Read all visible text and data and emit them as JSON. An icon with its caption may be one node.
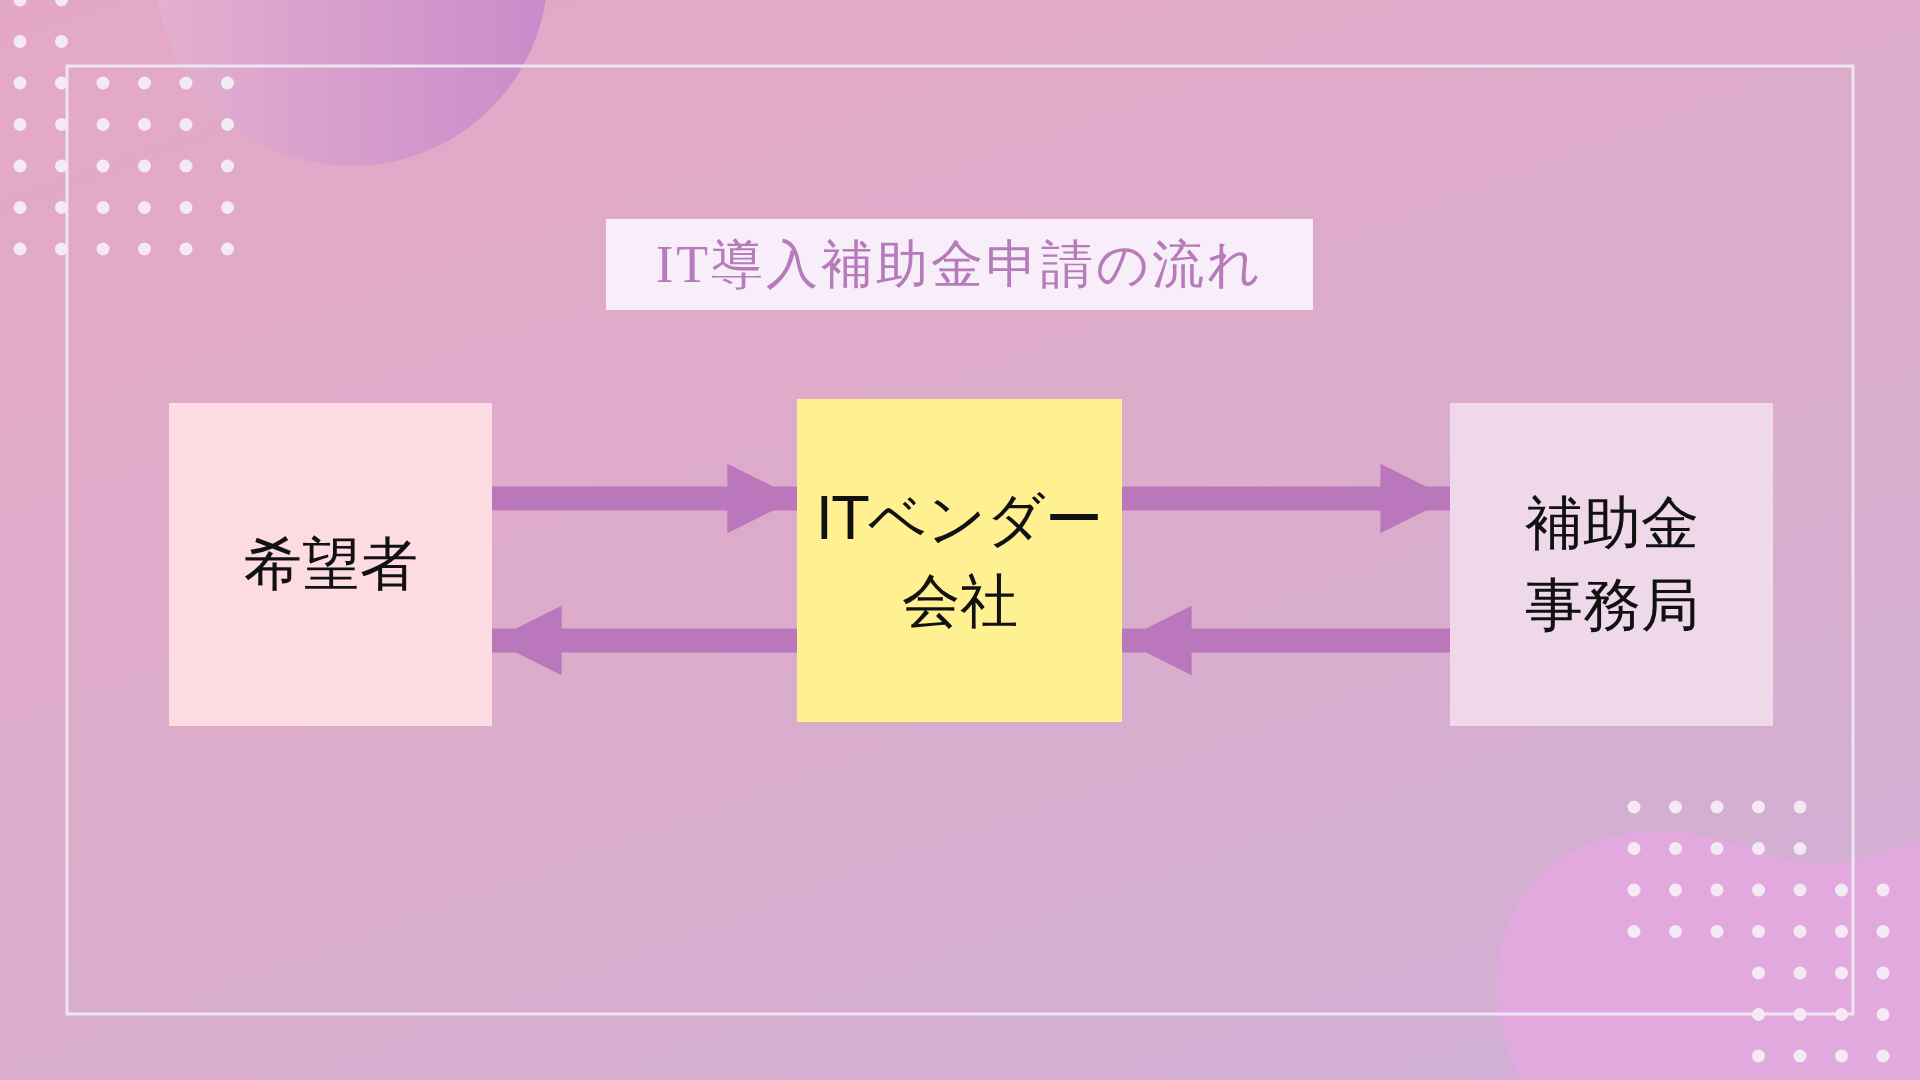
{
  "diagram": {
    "title": "IT導入補助金申請の流れ",
    "nodes": [
      {
        "text": [
          "希望者"
        ]
      },
      {
        "text": [
          "ITベンダー会社"
        ]
      },
      {
        "text": [
          "補助金事務局"
        ]
      }
    ],
    "edges": [
      {
        "from": 0,
        "to": 1,
        "arrow": "to"
      },
      {
        "from": 1,
        "to": 0,
        "arrow": "to"
      },
      {
        "from": 1,
        "to": 2,
        "arrow": "to"
      },
      {
        "from": 2,
        "to": 1,
        "arrow": "to"
      }
    ]
  }
}
